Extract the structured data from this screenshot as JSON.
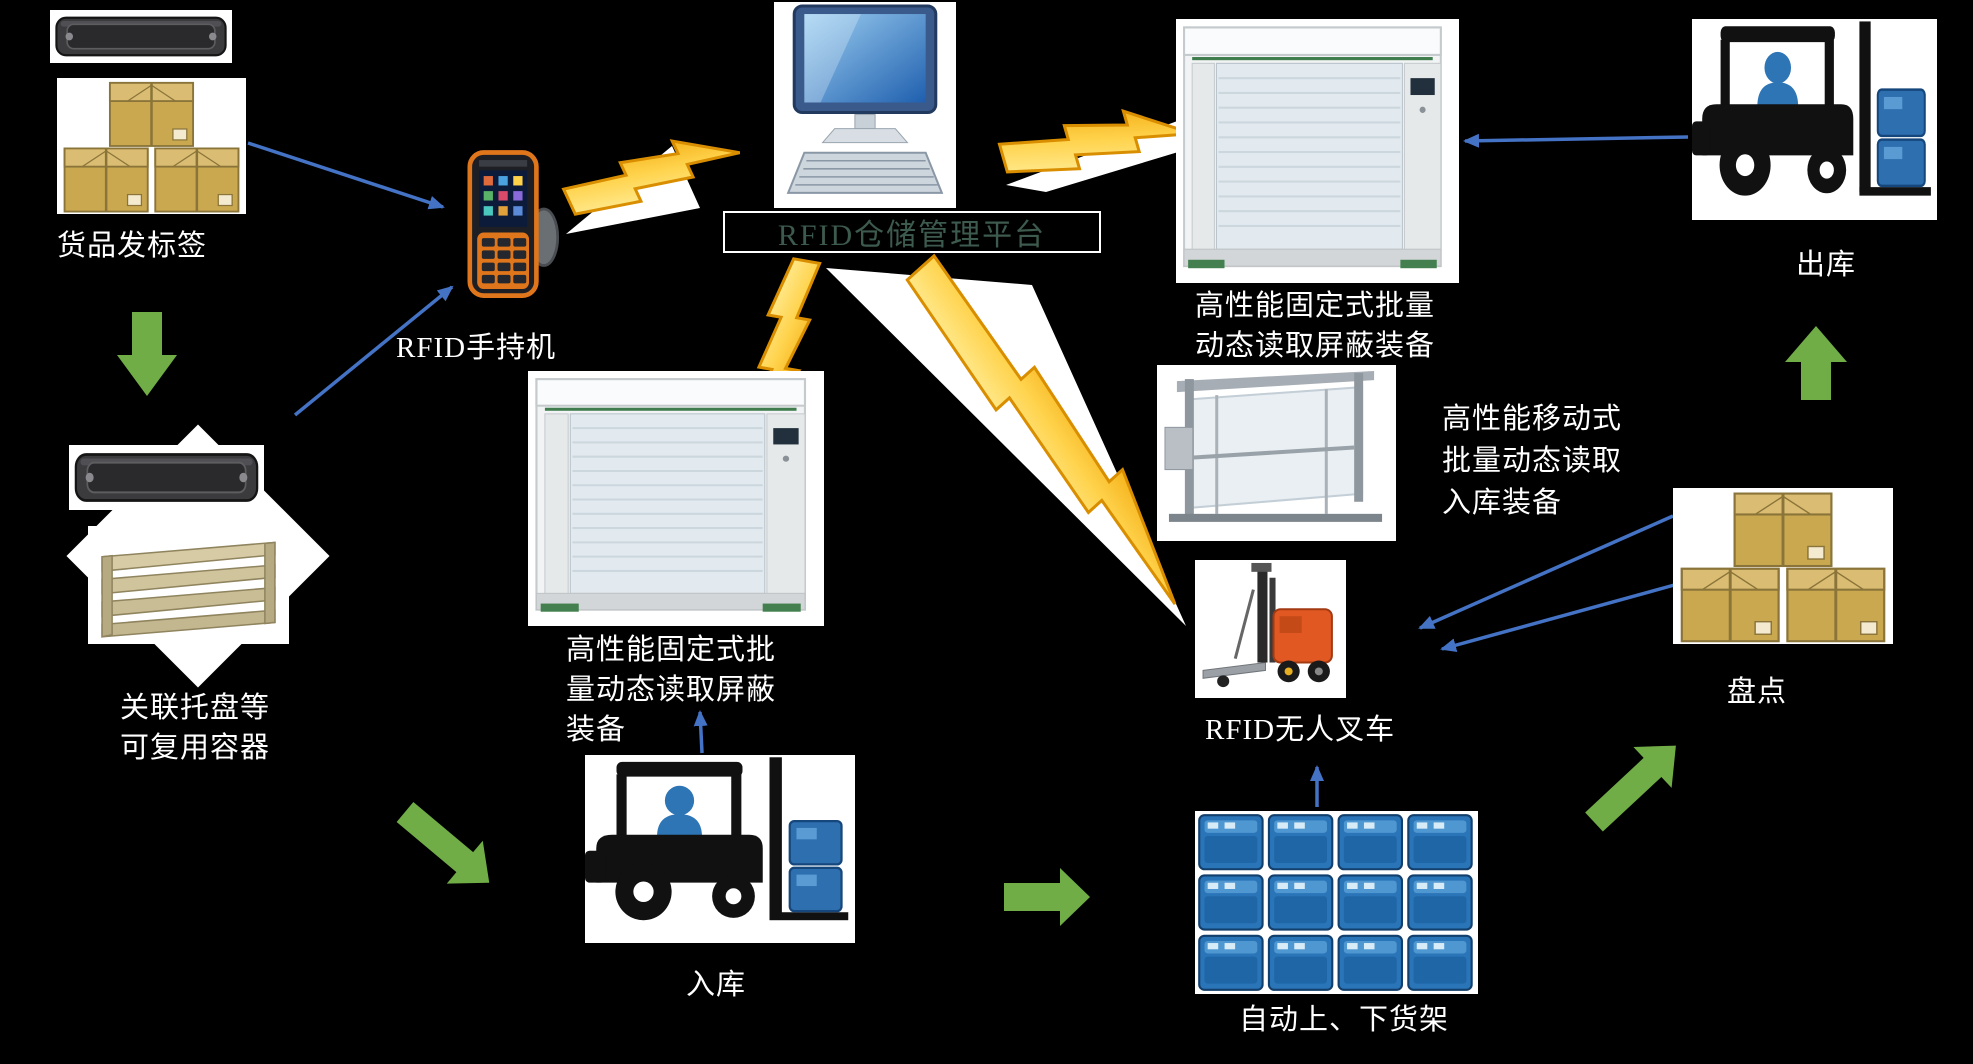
{
  "canvas": {
    "width": "1973",
    "height": "1064",
    "background": "#000000"
  },
  "title_box": {
    "text": "RFID仓储管理平台"
  },
  "nodes": {
    "goods_tag": {
      "label": "货品发标签"
    },
    "handheld": {
      "label": "RFID手持机"
    },
    "pallet": {
      "line1": "关联托盘等",
      "line2": "可复用容器"
    },
    "fixed_gate_right": {
      "line1": "高性能固定式批量",
      "line2": "动态读取屏蔽装备"
    },
    "outbound": {
      "label": "出库"
    },
    "fixed_gate_mid": {
      "line1": "高性能固定式批",
      "line2": "量动态读取屏蔽",
      "line3": "装备"
    },
    "mobile_gate": {
      "line1": "高性能移动式",
      "line2": "批量动态读取",
      "line3": "入库装备"
    },
    "agv": {
      "label": "RFID无人叉车"
    },
    "stocktake": {
      "label": "盘点"
    },
    "inbound": {
      "label": "入库"
    },
    "racks": {
      "label": "自动上、下货架"
    }
  },
  "colors": {
    "background": "#000000",
    "label_text": "#ffffff",
    "title_text": "#3d5a4e",
    "arrow_blue": "#4472c4",
    "arrow_green": "#70ad47",
    "bolt_fill": "#ffd34d",
    "bolt_stroke": "#d98e00",
    "card_background": "#ffffff"
  },
  "icons": {
    "rfid_tag": "rfid-tag-icon",
    "cardboard_boxes": "cardboard-boxes-icon",
    "handheld_reader": "handheld-reader-icon",
    "computer": "desktop-computer-icon",
    "shielding_gate": "shielding-gate-icon",
    "lightning": "lightning-bolt-icon",
    "forklift": "forklift-icon",
    "pallet_tray": "pallet-tray-icon",
    "gantry": "gantry-frame-icon",
    "agv_forklift": "agv-forklift-icon",
    "storage_racks": "storage-racks-icon"
  }
}
